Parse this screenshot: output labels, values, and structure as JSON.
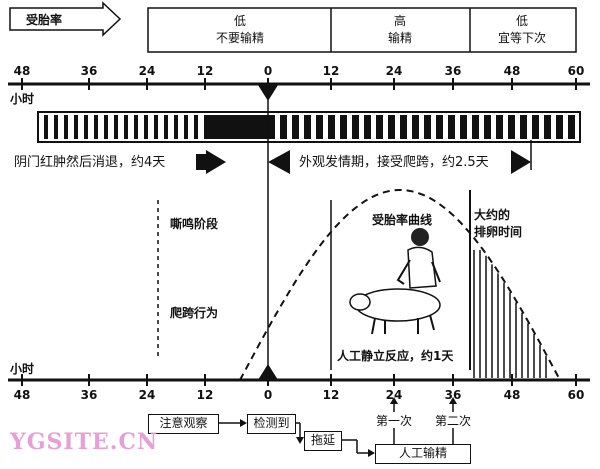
{
  "header": {
    "arrow_label": "受胎率",
    "segments": [
      {
        "line1": "低",
        "line2": "不要输精"
      },
      {
        "line1": "高",
        "line2": "输精"
      },
      {
        "line1": "低",
        "line2": "宜等下次"
      }
    ]
  },
  "axis": {
    "unit_label": "小时",
    "ticks": [
      "48",
      "36",
      "24",
      "12",
      "0",
      "12",
      "24",
      "36",
      "48",
      "60"
    ]
  },
  "labels": {
    "proestrus": "阴门红肿然后消退，约4天",
    "estrus": "外观发情期，接受爬跨，约2.5天",
    "sniffing": "嘶鸣阶段",
    "mounting": "爬跨行为",
    "curve": "受胎率曲线",
    "ovulation_line1": "大约的",
    "ovulation_line2": "排卵时间",
    "standing": "人工静立反应，约1天"
  },
  "flow": {
    "observe": "注意观察",
    "detect": "检测到",
    "delay": "拖延",
    "first": "第一次",
    "second": "第二次",
    "ai": "人工输精"
  },
  "watermark": "YGSITE.CN"
}
